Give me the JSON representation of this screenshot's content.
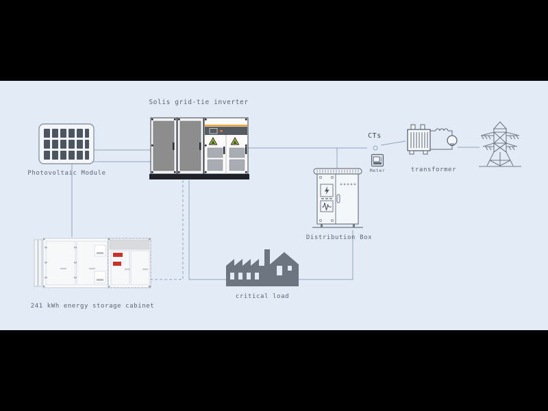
{
  "diagram": {
    "title": "Solis grid-tie inverter",
    "background_color": "#e3ebf6",
    "line_color": "#93a3b5",
    "label_color": "#5a6472"
  },
  "nodes": {
    "pv": {
      "label": "Photovoltaic Module",
      "icon": "solar-panel-icon",
      "cells_cols": 6,
      "cells_rows": 3
    },
    "inverter": {
      "label": "Solis grid-tie inverter",
      "icon": "inverter-cabinet-icon",
      "warning_count": 2,
      "accent_color": "#e8a33d"
    },
    "storage": {
      "label": "241 kWh energy storage cabinet",
      "icon": "battery-cabinet-icon",
      "badge_color": "#c8322b",
      "badges": 2
    },
    "load": {
      "label": "critical load",
      "icon": "factory-icon",
      "color": "#6d7580"
    },
    "distribution": {
      "label": "Distribution Box",
      "icon": "distribution-box-icon"
    },
    "cts": {
      "label": "CTs",
      "icon": "current-transformer-icon"
    },
    "meter": {
      "label": "Meter",
      "icon": "meter-icon"
    },
    "transformer": {
      "label": "transformer",
      "icon": "transformer-icon"
    },
    "grid": {
      "label": "",
      "icon": "transmission-tower-icon"
    }
  }
}
